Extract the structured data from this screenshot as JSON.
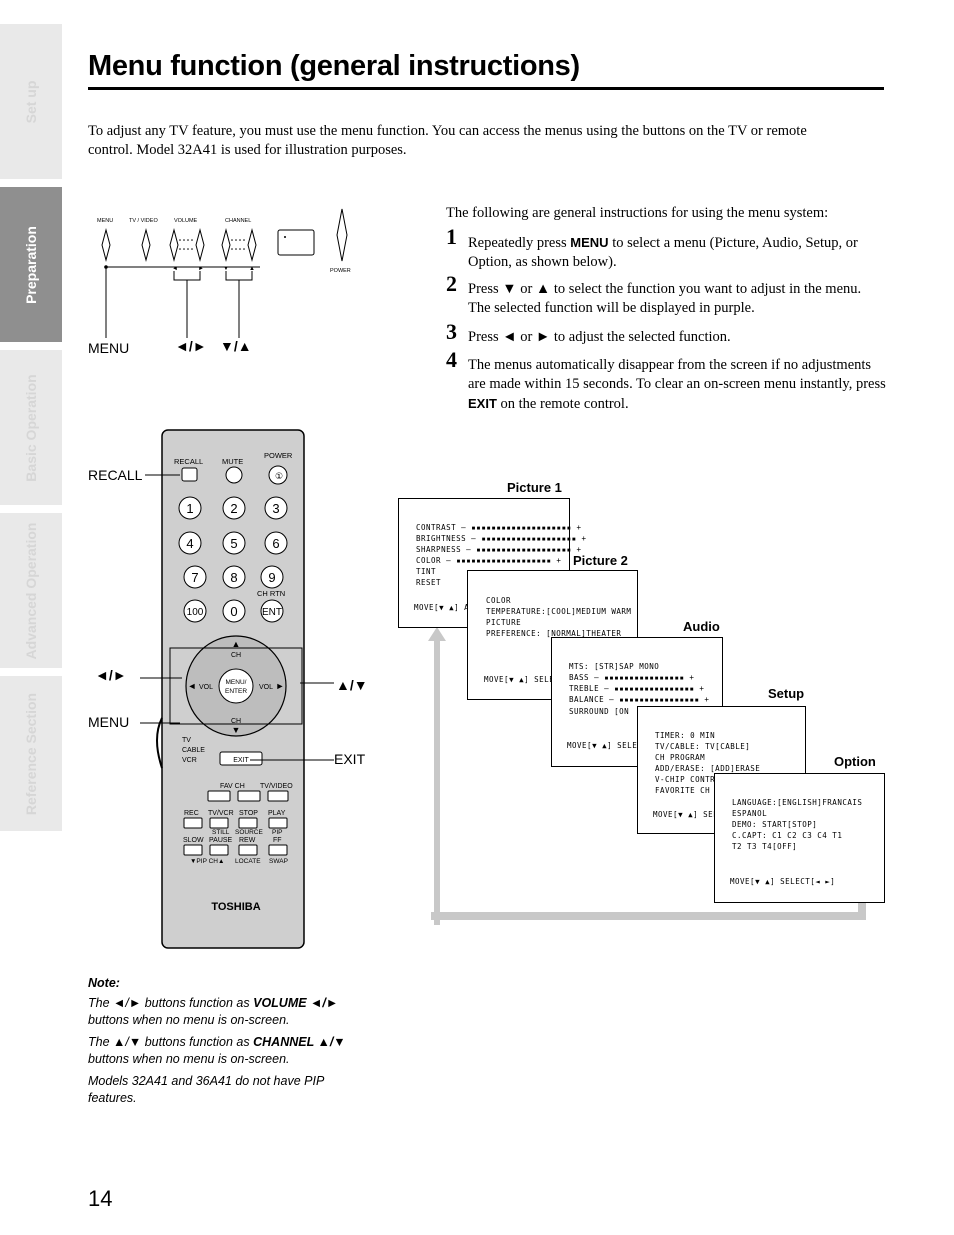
{
  "side_tabs": [
    {
      "label": "Set up",
      "active": false
    },
    {
      "label": "Preparation",
      "active": true
    },
    {
      "label": "Basic Operation",
      "active": false
    },
    {
      "label": "Advanced Operation",
      "active": false
    },
    {
      "label": "Reference Section",
      "active": false
    }
  ],
  "title": "Menu function (general instructions)",
  "intro": "To adjust any TV feature, you must use the menu function. You can access the menus using the buttons on the TV or remote control. Model 32A41 is used for illustration purposes.",
  "tv_panel": {
    "labels": {
      "menu": "MENU",
      "tv_video": "TV / VIDEO",
      "volume": "VOLUME",
      "channel": "CHANNEL",
      "power": "POWER"
    },
    "callouts": {
      "menu": "MENU",
      "vol": "◄/►",
      "ch": "▼/▲"
    }
  },
  "instructions": {
    "heading": "The following are general instructions for using the menu system:",
    "steps": [
      {
        "num": "1",
        "pre": "Repeatedly press ",
        "key": "MENU",
        "post": " to select a menu (Picture, Audio, Setup, or Option, as shown below)."
      },
      {
        "num": "2",
        "pre": "Press ▼ or ▲ to select the function you want to adjust in the menu. The selected function will be displayed in purple.",
        "key": "",
        "post": ""
      },
      {
        "num": "3",
        "pre": "Press ◄ or ► to adjust the selected function.",
        "key": "",
        "post": ""
      },
      {
        "num": "4",
        "pre": "The menus automatically disappear from the screen if no adjustments are made within 15 seconds. To clear an on-screen menu instantly, press ",
        "key": "EXIT",
        "post": " on the remote control."
      }
    ]
  },
  "remote": {
    "labels": {
      "recall": "RECALL",
      "mute": "MUTE",
      "power": "POWER",
      "ch_rtn": "CH RTN",
      "ch": "CH",
      "vol": "VOL",
      "menu_enter": "MENU/ ENTER",
      "tv": "TV",
      "cable": "CABLE",
      "vcr": "VCR",
      "exit": "EXIT",
      "fav_ch": "FAV CH",
      "tv_video": "TV/VIDEO",
      "rec": "REC",
      "tv_vcr": "TV/VCR",
      "stop": "STOP",
      "play": "PLAY",
      "still": "STILL",
      "source": "SOURCE",
      "pip": "PIP",
      "slow": "SLOW",
      "pause": "PAUSE",
      "rew": "REW",
      "ff": "FF",
      "pip_ch": "▼PIP CH▲",
      "locate": "LOCATE",
      "swap": "SWAP",
      "brand": "TOSHIBA"
    },
    "keys": [
      "1",
      "2",
      "3",
      "4",
      "5",
      "6",
      "7",
      "8",
      "9",
      "100",
      "0",
      "ENT"
    ],
    "callouts": {
      "recall": "RECALL",
      "vol": "◄/►",
      "menu": "MENU",
      "ch": "▲/▼",
      "exit": "EXIT"
    }
  },
  "menus": [
    {
      "title": "Picture 1",
      "rows": [
        "CONTRAST  –  ▪▪▪▪▪▪▪▪▪▪▪▪▪▪▪▪▪▪▪▪ +",
        "BRIGHTNESS –  ▪▪▪▪▪▪▪▪▪▪▪▪▪▪▪▪▪▪▪ +",
        "SHARPNESS  –  ▪▪▪▪▪▪▪▪▪▪▪▪▪▪▪▪▪▪▪ +",
        "COLOR      –  ▪▪▪▪▪▪▪▪▪▪▪▪▪▪▪▪▪▪▪ +",
        "TINT",
        "RESET"
      ],
      "footer": "MOVE[▼ ▲]  AD"
    },
    {
      "title": "Picture 2",
      "rows": [
        "COLOR",
        "  TEMPERATURE:[COOL]MEDIUM WARM",
        "PICTURE",
        "  PREFERENCE:  [NORMAL]THEATER"
      ],
      "footer": "MOVE[▼ ▲]  SELEC"
    },
    {
      "title": "Audio",
      "rows": [
        "MTS:          [STR]SAP  MONO",
        "BASS       –  ▪▪▪▪▪▪▪▪▪▪▪▪▪▪▪▪ +",
        "TREBLE     –  ▪▪▪▪▪▪▪▪▪▪▪▪▪▪▪▪ +",
        "BALANCE    –  ▪▪▪▪▪▪▪▪▪▪▪▪▪▪▪▪ +",
        "SURROUND      [ON"
      ],
      "footer": "MOVE[▼ ▲]  SELEC"
    },
    {
      "title": "Setup",
      "rows": [
        "TIMER:            0 MIN",
        "TV/CABLE:      TV[CABLE]",
        "CH PROGRAM",
        "ADD/ERASE:     [ADD]ERASE",
        "V-CHIP CONTRO",
        "FAVORITE CH"
      ],
      "footer": "MOVE[▼ ▲]  SEL"
    },
    {
      "title": "Option",
      "rows": [
        "LANGUAGE:[ENGLISH]FRANCAIS",
        "         ESPANOL",
        "DEMO:    START[STOP]",
        "C.CAPT:  C1  C2  C3  C4  T1",
        "         T2  T3  T4[OFF]"
      ],
      "footer": "MOVE[▼ ▲]  SELECT[◄ ►]"
    }
  ],
  "note": {
    "heading": "Note:",
    "items": [
      {
        "pre": "The ◄/► buttons function as ",
        "key": "VOLUME ◄/►",
        "post": " buttons when no menu is on-screen."
      },
      {
        "pre": "The ▲/▼ buttons function as ",
        "key": "CHANNEL ▲/▼",
        "post": " buttons when no menu is on-screen."
      },
      {
        "pre": "Models 32A41 and 36A41 do not have PIP features.",
        "key": "",
        "post": ""
      }
    ]
  },
  "page_number": "14",
  "colors": {
    "active_tab": "#8f8f8f",
    "inactive_tab": "#e9e9e9",
    "arrow_gray": "#c8c8c8",
    "remote_body": "#cfcfcf"
  }
}
